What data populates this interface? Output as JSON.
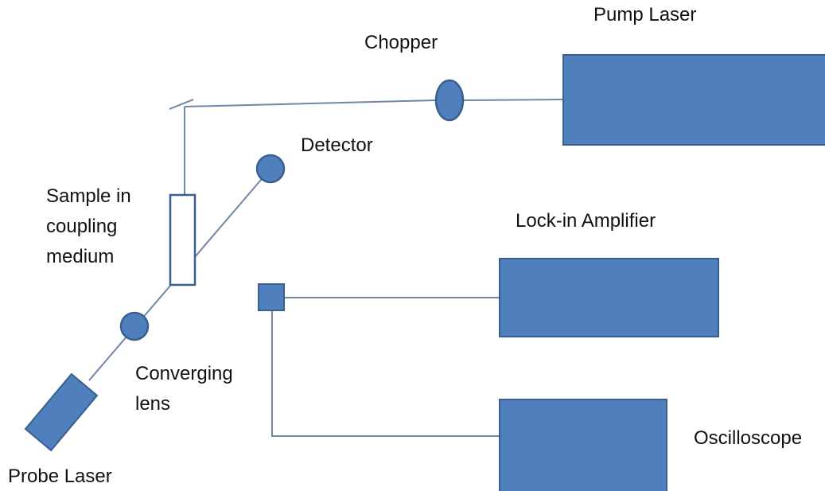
{
  "colors": {
    "component_fill": "#4f7fbd",
    "component_border": "#3a5f8f",
    "beam": "#6f86a8",
    "text": "#111111"
  },
  "labels": {
    "pump_laser": "Pump Laser",
    "chopper": "Chopper",
    "detector": "Detector",
    "sample": [
      "Sample in",
      "coupling",
      "medium"
    ],
    "lockin": "Lock-in Amplifier",
    "converging_lens": [
      "Converging",
      "lens"
    ],
    "oscilloscope": "Oscilloscope",
    "probe_laser": "Probe Laser"
  }
}
